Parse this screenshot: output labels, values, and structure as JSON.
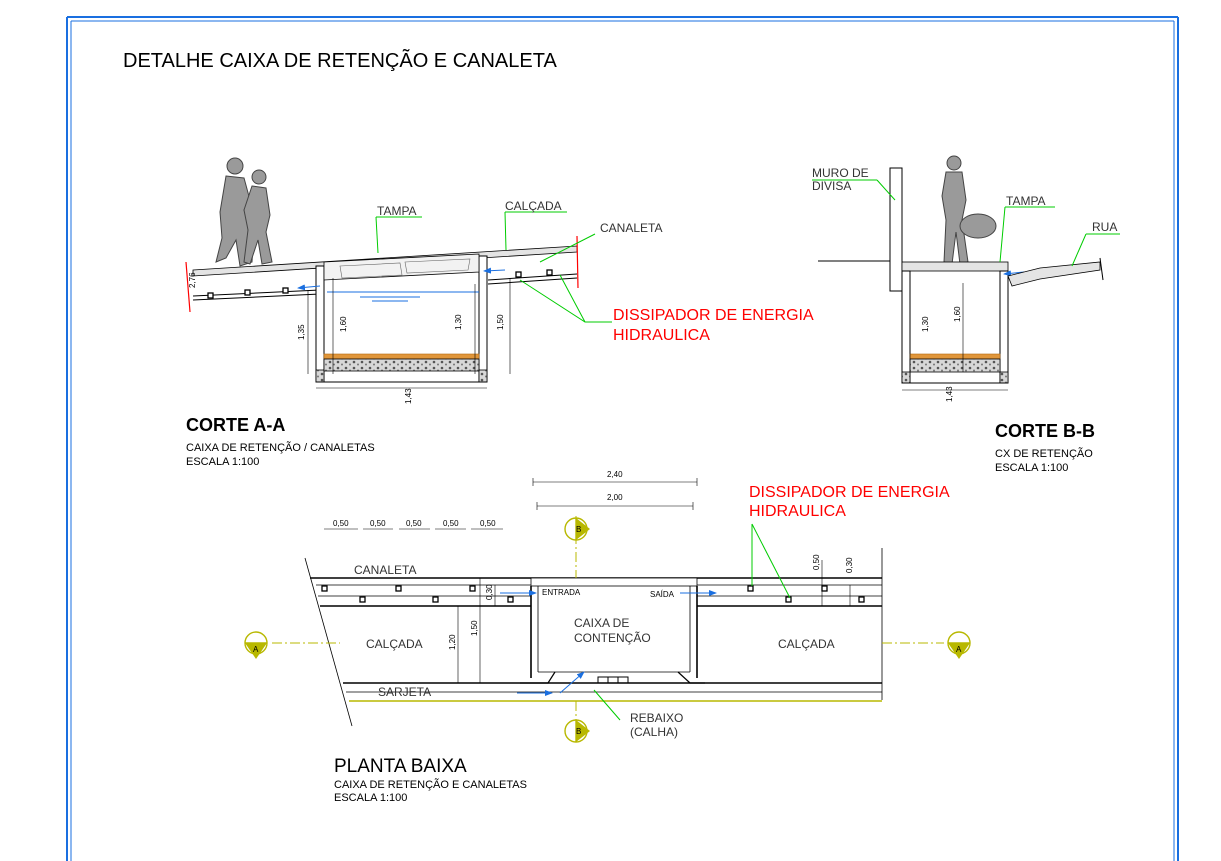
{
  "title": "DETALHE CAIXA DE RETENÇÃO E  CANALETA",
  "colors": {
    "frame": "#1a6fe0",
    "leader": "#00cc00",
    "accent": "#ff0000",
    "axis": "#b8b800",
    "flow": "#1a6fe0"
  },
  "section_aa": {
    "title": "CORTE A-A",
    "subtitle": "CAIXA DE RETENÇÃO / CANALETAS",
    "scale": "ESCALA 1:100",
    "labels": {
      "tampa": "TAMPA",
      "calcada": "CALÇADA",
      "canaleta": "CANALETA"
    },
    "dims": {
      "d276": "2,76",
      "d135": "1,35",
      "d160": "1,60",
      "d130": "1,30",
      "d150": "1,50",
      "d143": "1,43"
    }
  },
  "section_bb": {
    "title": "CORTE B-B",
    "subtitle": "CX DE RETENÇÃO",
    "scale": "ESCALA 1:100",
    "labels": {
      "muro1": "MURO DE",
      "muro2": "DIVISA",
      "tampa": "TAMPA",
      "rua": "RUA"
    },
    "dims": {
      "d130": "1,30",
      "d160": "1,60",
      "d143": "1,43"
    }
  },
  "dissipador": {
    "line1": "DISSIPADOR  DE ENERGIA",
    "line2": "HIDRAULICA"
  },
  "plan": {
    "title": "PLANTA BAIXA",
    "subtitle": "CAIXA DE RETENÇÃO E CANALETAS",
    "scale": "ESCALA 1:100",
    "labels": {
      "canaleta": "CANALETA",
      "entrada": "ENTRADA",
      "saida": "SAÍDA",
      "calcada_left": "CALÇADA",
      "calcada_right": "CALÇADA",
      "caixa1": "CAIXA DE",
      "caixa2": "CONTENÇÃO",
      "sarjeta": "SARJETA",
      "rebaixo1": "REBAIXO",
      "rebaixo2": "(CALHA)"
    },
    "dims": {
      "d240": "2,40",
      "d200": "2,00",
      "d050a": "0,50",
      "d050b": "0,50",
      "d050c": "0,50",
      "d050d": "0,50",
      "d050e": "0,50",
      "d050r": "0,50",
      "d030r": "0,30",
      "d030c": "0,30",
      "d150": "1,50",
      "d120": "1,20"
    },
    "markers": {
      "a": "A",
      "b": "B"
    }
  }
}
